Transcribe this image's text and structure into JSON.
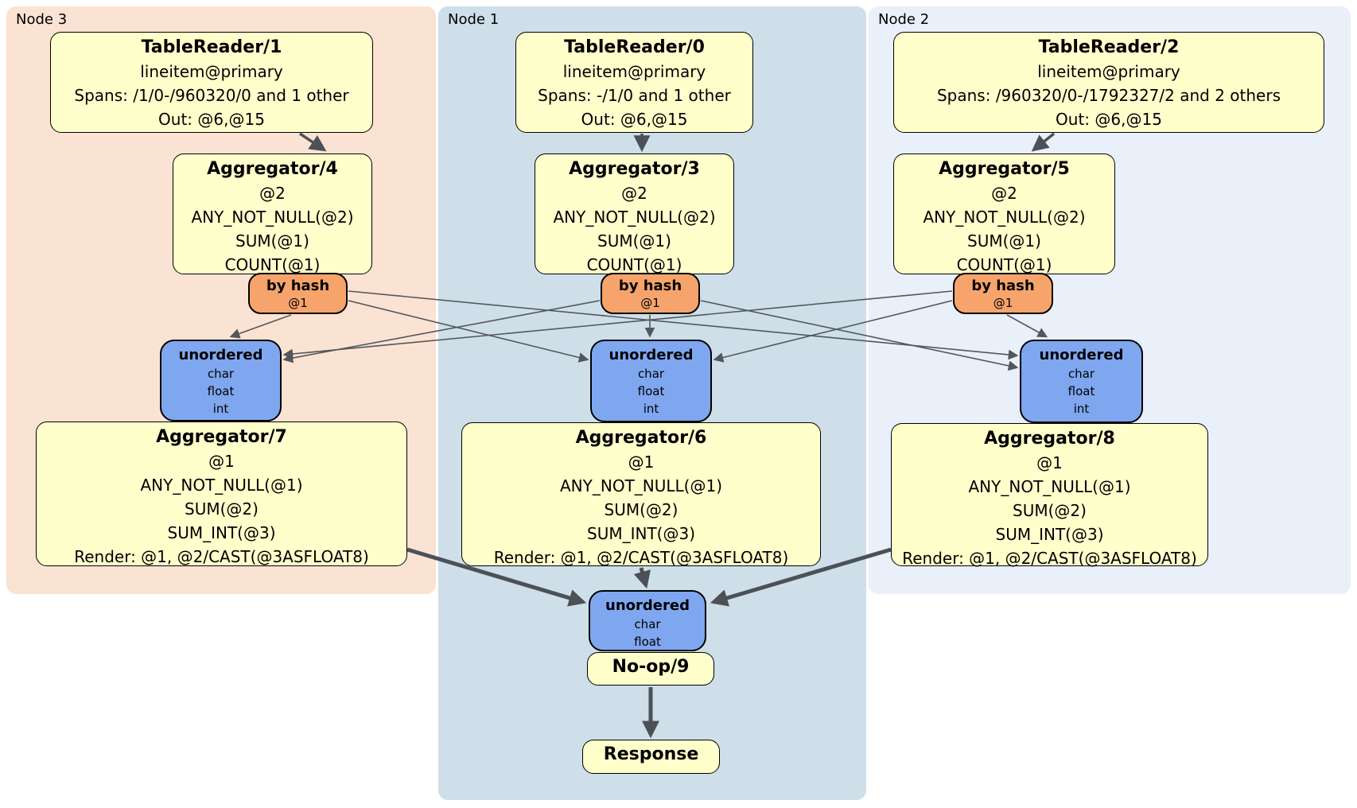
{
  "regions": {
    "node3": {
      "label": "Node 3"
    },
    "node1": {
      "label": "Node 1"
    },
    "node2": {
      "label": "Node 2"
    }
  },
  "processors": {
    "tr1": {
      "title": "TableReader/1",
      "lines": [
        "lineitem@primary",
        "Spans: /1/0-/960320/0 and 1 other",
        "Out: @6,@15"
      ]
    },
    "tr0": {
      "title": "TableReader/0",
      "lines": [
        "lineitem@primary",
        "Spans: -/1/0 and 1 other",
        "Out: @6,@15"
      ]
    },
    "tr2": {
      "title": "TableReader/2",
      "lines": [
        "lineitem@primary",
        "Spans: /960320/0-/1792327/2 and 2 others",
        "Out: @6,@15"
      ]
    },
    "agg4": {
      "title": "Aggregator/4",
      "lines": [
        "@2",
        "ANY_NOT_NULL(@2)",
        "SUM(@1)",
        "COUNT(@1)"
      ]
    },
    "agg3": {
      "title": "Aggregator/3",
      "lines": [
        "@2",
        "ANY_NOT_NULL(@2)",
        "SUM(@1)",
        "COUNT(@1)"
      ]
    },
    "agg5": {
      "title": "Aggregator/5",
      "lines": [
        "@2",
        "ANY_NOT_NULL(@2)",
        "SUM(@1)",
        "COUNT(@1)"
      ]
    },
    "agg7": {
      "title": "Aggregator/7",
      "lines": [
        "@1",
        "ANY_NOT_NULL(@1)",
        "SUM(@2)",
        "SUM_INT(@3)",
        "Render: @1, @2/CAST(@3ASFLOAT8)"
      ]
    },
    "agg6": {
      "title": "Aggregator/6",
      "lines": [
        "@1",
        "ANY_NOT_NULL(@1)",
        "SUM(@2)",
        "SUM_INT(@3)",
        "Render: @1, @2/CAST(@3ASFLOAT8)"
      ]
    },
    "agg8": {
      "title": "Aggregator/8",
      "lines": [
        "@1",
        "ANY_NOT_NULL(@1)",
        "SUM(@2)",
        "SUM_INT(@3)",
        "Render: @1, @2/CAST(@3ASFLOAT8)"
      ]
    },
    "noop": {
      "title": "No-op/9"
    },
    "response": {
      "title": "Response"
    }
  },
  "routers": {
    "r3": {
      "title": "by hash",
      "detail": "@1"
    },
    "r1": {
      "title": "by hash",
      "detail": "@1"
    },
    "r2": {
      "title": "by hash",
      "detail": "@1"
    }
  },
  "syncs": {
    "s3": {
      "title": "unordered",
      "types": [
        "char",
        "float",
        "int"
      ]
    },
    "s1": {
      "title": "unordered",
      "types": [
        "char",
        "float",
        "int"
      ]
    },
    "s2": {
      "title": "unordered",
      "types": [
        "char",
        "float",
        "int"
      ]
    },
    "sf": {
      "title": "unordered",
      "types": [
        "char",
        "float"
      ]
    }
  },
  "colors": {
    "node3_bg": "#FBE3D4",
    "node1_bg": "#CFDFE9",
    "node2_bg": "#EAF0F9",
    "processor_bg": "#FFFFCC",
    "router_bg": "#F6A46B",
    "sync_bg": "#7FA7F0",
    "edge": "#4B5157",
    "border": "#000000"
  }
}
